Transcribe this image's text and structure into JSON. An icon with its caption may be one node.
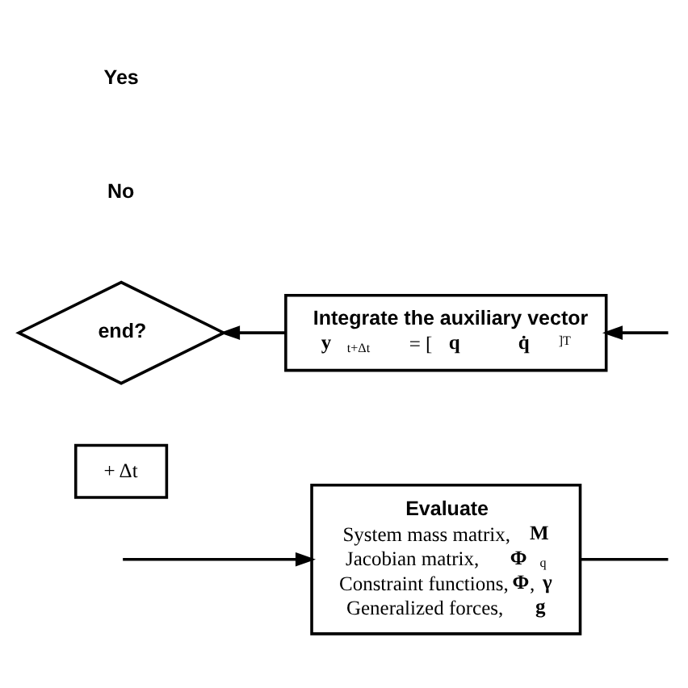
{
  "diagram": {
    "nodes": [
      {
        "text": [
          "Evaluate",
          "System mass matrix, **M**",
          "Jacobian matrix, **Φ**$_{q}$",
          "Constraint functions, **Φ**, **γ**",
          "Generalized forces, **g**"
        ]
      },
      {
        "text": [
          "+ Δt"
        ]
      },
      {
        "text": [
          "end?"
        ]
      },
      {
        "text": [
          "Integrate the auxiliary vector",
          "**y**$_{t+Δt}$ = [**q** **q̇**]$^{T}$"
        ]
      }
    ],
    "edges": [
      {
        "from": null,
        "to": 0,
        "arrow": "to"
      },
      {
        "from": 0,
        "to": null,
        "arrow": "none"
      },
      {
        "from": null,
        "to": 3,
        "arrow": "to"
      },
      {
        "from": 3,
        "to": 2,
        "arrow": "to"
      }
    ],
    "labels": [
      "No",
      "Yes"
    ]
  }
}
